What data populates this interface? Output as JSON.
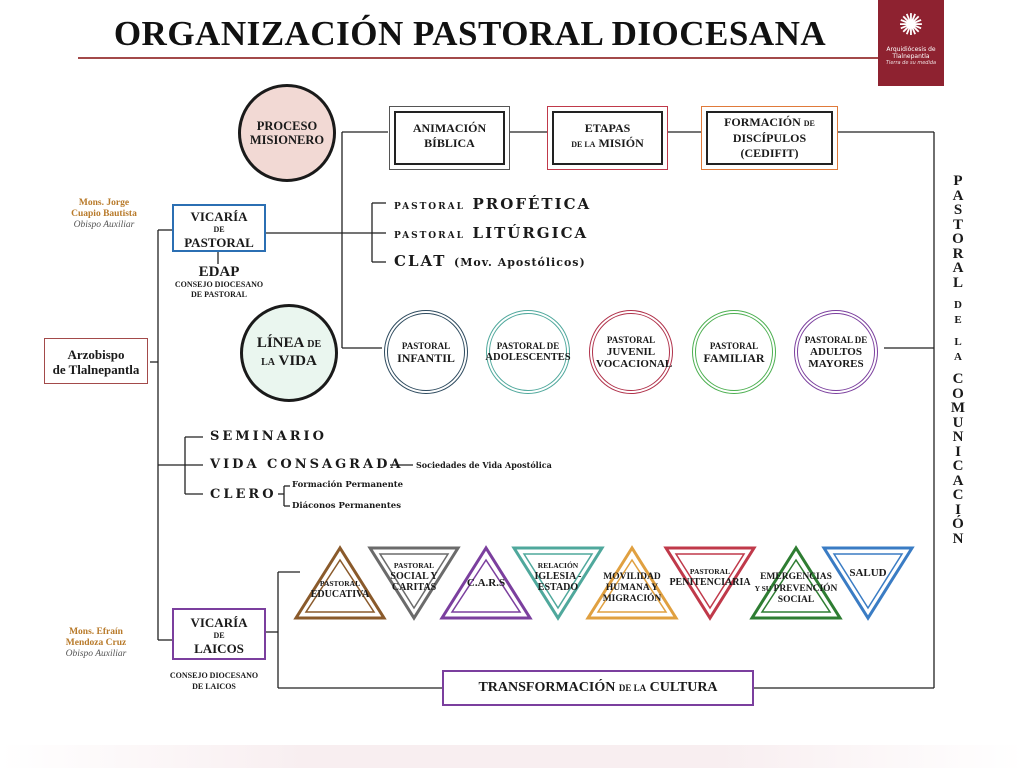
{
  "title": "ORGANIZACIÓN PASTORAL DIOCESANA",
  "logo": {
    "line1": "Arquidiócesis de Tlalnepantla",
    "line2": "Tierra de su medida",
    "icon": "sun-cross-icon",
    "color": "#8e2230"
  },
  "archbishop": {
    "line1": "Arzobispo",
    "line2": "de Tlalnepantla"
  },
  "bishop1": {
    "name1": "Mons. Jorge",
    "name2": "Cuapio Bautista",
    "role": "Obispo Auxiliar"
  },
  "bishop2": {
    "name1": "Mons. Efraín",
    "name2": "Mendoza Cruz",
    "role": "Obispo Auxiliar"
  },
  "vicaria_pastoral": {
    "line1": "VICARÍA",
    "line2": "DE",
    "line3": "PASTORAL"
  },
  "edap": {
    "title": "EDAP",
    "sub1": "CONSEJO DIOCESANO",
    "sub2": "DE PASTORAL"
  },
  "vicaria_laicos": {
    "line1": "VICARÍA",
    "line2": "DE",
    "line3": "LAICOS"
  },
  "consejo_laicos": {
    "line1": "CONSEJO DIOCESANO",
    "line2": "DE LAICOS"
  },
  "proceso": {
    "line1": "PROCESO",
    "line2": "MISIONERO"
  },
  "linea": {
    "line1a": "LÍNEA",
    "line1b": "DE",
    "line2a": "LA",
    "line2b": "VIDA"
  },
  "top_boxes": [
    {
      "line1": "ANIMACIÓN",
      "line2": "BÍBLICA"
    },
    {
      "line1": "ETAPAS",
      "line2a": "DE LA",
      "line2b": "MISIÓN"
    },
    {
      "line1a": "FORMACIÓN",
      "line1b": "DE",
      "line2": "DISCÍPULOS",
      "line3": "(CEDIFIT)"
    }
  ],
  "pastorales": [
    {
      "small": "PASTORAL",
      "big": "PROFÉTICA"
    },
    {
      "small": "PASTORAL",
      "big": "LITÚRGICA"
    },
    {
      "big": "CLAT",
      "small": "(Mov. Apostólicos)"
    }
  ],
  "rings": [
    {
      "small": "PASTORAL",
      "big": "INFANTIL",
      "color": "#2d4a5e"
    },
    {
      "small": "PASTORAL DE",
      "big": "ADOLESCENTES",
      "color": "#4fa89c"
    },
    {
      "small": "PASTORAL",
      "big": "JUVENIL VOCACIONAL",
      "color": "#b0314a"
    },
    {
      "small": "PASTORAL",
      "big": "FAMILIAR",
      "color": "#4caf50"
    },
    {
      "small": "PASTORAL DE",
      "big": "ADULTOS MAYORES",
      "color": "#7b3f9e"
    }
  ],
  "seminario": "SEMINARIO",
  "vida_consagrada": "VIDA CONSAGRADA",
  "sociedades": "Sociedades de Vida Apostólica",
  "clero": "CLERO",
  "formacion_permanente": "Formación Permanente",
  "diaconos": "Diáconos Permanentes",
  "triangles": [
    {
      "small": "PASTORAL",
      "big": "EDUCATIVA",
      "color": "#8a5a2b",
      "dir": "up"
    },
    {
      "small": "PASTORAL",
      "big": "SOCIAL Y CARITAS",
      "color": "#6b6b6b",
      "dir": "down"
    },
    {
      "big": "C.A.R.S",
      "color": "#7b3f9e",
      "dir": "up"
    },
    {
      "small": "RELACIÓN",
      "big": "IGLESIA - ESTADO",
      "color": "#4fa89c",
      "dir": "down"
    },
    {
      "big": "MOVILIDAD HUMANA Y MIGRACIÓN",
      "color": "#e0a040",
      "dir": "up"
    },
    {
      "small": "PASTORAL",
      "big": "PENITENCIARIA",
      "color": "#c0394a",
      "dir": "down"
    },
    {
      "big": "EMERGENCIAS",
      "small": "Y SU",
      "big2": "PREVENCIÓN",
      "big3": "SOCIAL",
      "color": "#2e7d32",
      "dir": "up"
    },
    {
      "big": "SALUD",
      "color": "#3a7cc4",
      "dir": "down"
    }
  ],
  "transformacion": {
    "a": "TRANSFORMACIÓN",
    "b": "DE LA",
    "c": "CULTURA"
  },
  "vertical": [
    "P",
    "A",
    "S",
    "T",
    "O",
    "R",
    "A",
    "L",
    "",
    "D",
    "E",
    "",
    "L",
    "A",
    "",
    "C",
    "O",
    "M",
    "U",
    "N",
    "I",
    "C",
    "A",
    "C",
    "I",
    "Ó",
    "N"
  ]
}
